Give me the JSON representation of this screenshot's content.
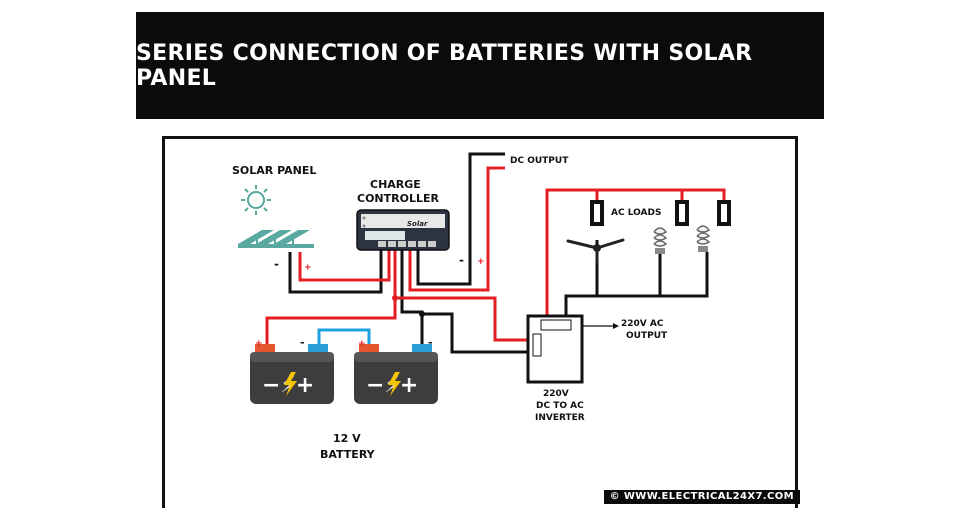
{
  "title": "SERIES CONNECTION OF BATTERIES WITH SOLAR PANEL",
  "labels": {
    "solar_panel": "SOLAR PANEL",
    "charge_controller_1": "CHARGE",
    "charge_controller_2": "CONTROLLER",
    "controller_brand": "Solar",
    "dc_output": "DC OUTPUT",
    "ac_loads": "AC LOADS",
    "ac_output_1": "220V AC",
    "ac_output_2": "OUTPUT",
    "inverter_1": "220V",
    "inverter_2": "DC TO AC",
    "inverter_3": "INVERTER",
    "battery_1": "12 V",
    "battery_2": "BATTERY",
    "battery_face": "−⚡+",
    "plus": "+",
    "minus": "-"
  },
  "credit": "© WWW.ELECTRICAL24X7.COM",
  "colors": {
    "positive_wire": "#e31e24",
    "negative_wire": "#111111",
    "battery_link": "#1ea1e0",
    "terminal_pos": "#e4572e",
    "terminal_neg": "#2a9fd8",
    "solar": "#5aa9a1"
  }
}
